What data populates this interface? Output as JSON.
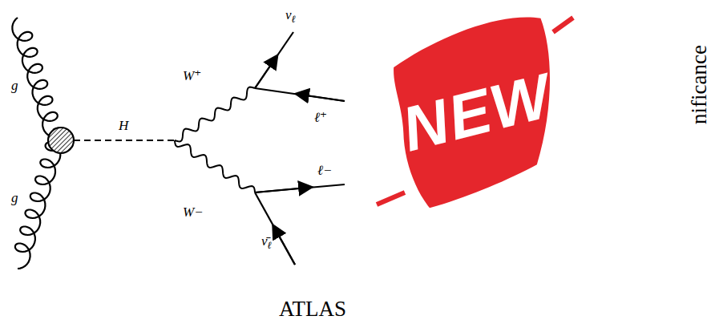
{
  "diagram": {
    "labels": [
      "g",
      "g",
      "H",
      "W⁺",
      "W−",
      "νℓ",
      "ℓ⁺",
      "ℓ−",
      "ν̄ℓ",
      "NEW",
      "ATLAS",
      "nificance"
    ]
  }
}
